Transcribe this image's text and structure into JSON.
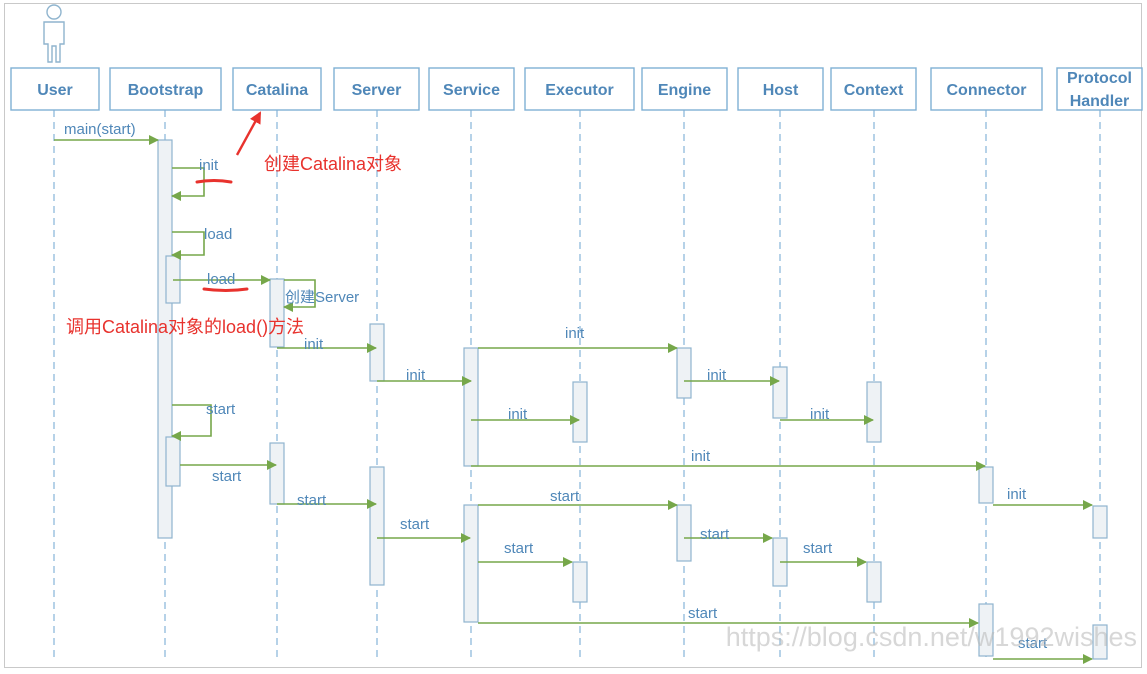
{
  "lifelines": [
    {
      "id": "user",
      "label": "User"
    },
    {
      "id": "bootstrap",
      "label": "Bootstrap"
    },
    {
      "id": "catalina",
      "label": "Catalina"
    },
    {
      "id": "server",
      "label": "Server"
    },
    {
      "id": "service",
      "label": "Service"
    },
    {
      "id": "executor",
      "label": "Executor"
    },
    {
      "id": "engine",
      "label": "Engine"
    },
    {
      "id": "host",
      "label": "Host"
    },
    {
      "id": "context",
      "label": "Context"
    },
    {
      "id": "connector",
      "label": "Connector"
    },
    {
      "id": "protocol",
      "label": "Protocol Handler"
    }
  ],
  "messages": [
    {
      "from": "user",
      "to": "bootstrap",
      "label": "main(start)"
    },
    {
      "from": "bootstrap",
      "to": "bootstrap",
      "label": "init",
      "self": true
    },
    {
      "from": "bootstrap",
      "to": "bootstrap",
      "label": "load",
      "self": true
    },
    {
      "from": "bootstrap",
      "to": "catalina",
      "label": "load"
    },
    {
      "from": "catalina",
      "to": "catalina",
      "label": "创建Server",
      "self": true
    },
    {
      "from": "catalina",
      "to": "server",
      "label": "init"
    },
    {
      "from": "server",
      "to": "service",
      "label": "init"
    },
    {
      "from": "service",
      "to": "engine",
      "label": "init"
    },
    {
      "from": "engine",
      "to": "host",
      "label": "init"
    },
    {
      "from": "service",
      "to": "executor",
      "label": "init"
    },
    {
      "from": "host",
      "to": "context",
      "label": "init"
    },
    {
      "from": "bootstrap",
      "to": "bootstrap",
      "label": "start",
      "self": true
    },
    {
      "from": "service",
      "to": "connector",
      "label": "init"
    },
    {
      "from": "bootstrap",
      "to": "catalina",
      "label": "start"
    },
    {
      "from": "connector",
      "to": "protocol",
      "label": "init"
    },
    {
      "from": "catalina",
      "to": "server",
      "label": "start"
    },
    {
      "from": "service",
      "to": "engine",
      "label": "start"
    },
    {
      "from": "server",
      "to": "service",
      "label": "start"
    },
    {
      "from": "engine",
      "to": "host",
      "label": "start"
    },
    {
      "from": "service",
      "to": "executor",
      "label": "start"
    },
    {
      "from": "host",
      "to": "context",
      "label": "start"
    },
    {
      "from": "service",
      "to": "connector",
      "label": "start"
    },
    {
      "from": "connector",
      "to": "protocol",
      "label": "start"
    }
  ],
  "annotations": {
    "create_catalina": "创建Catalina对象",
    "call_load": "调用Catalina对象的load()方法"
  },
  "watermark": "https://blog.csdn.net/w1992wishes",
  "colors": {
    "header_text": "#4f87b8",
    "header_border": "#7fb0d4",
    "message_line": "#76a74a",
    "annotation": "#e8322d"
  }
}
